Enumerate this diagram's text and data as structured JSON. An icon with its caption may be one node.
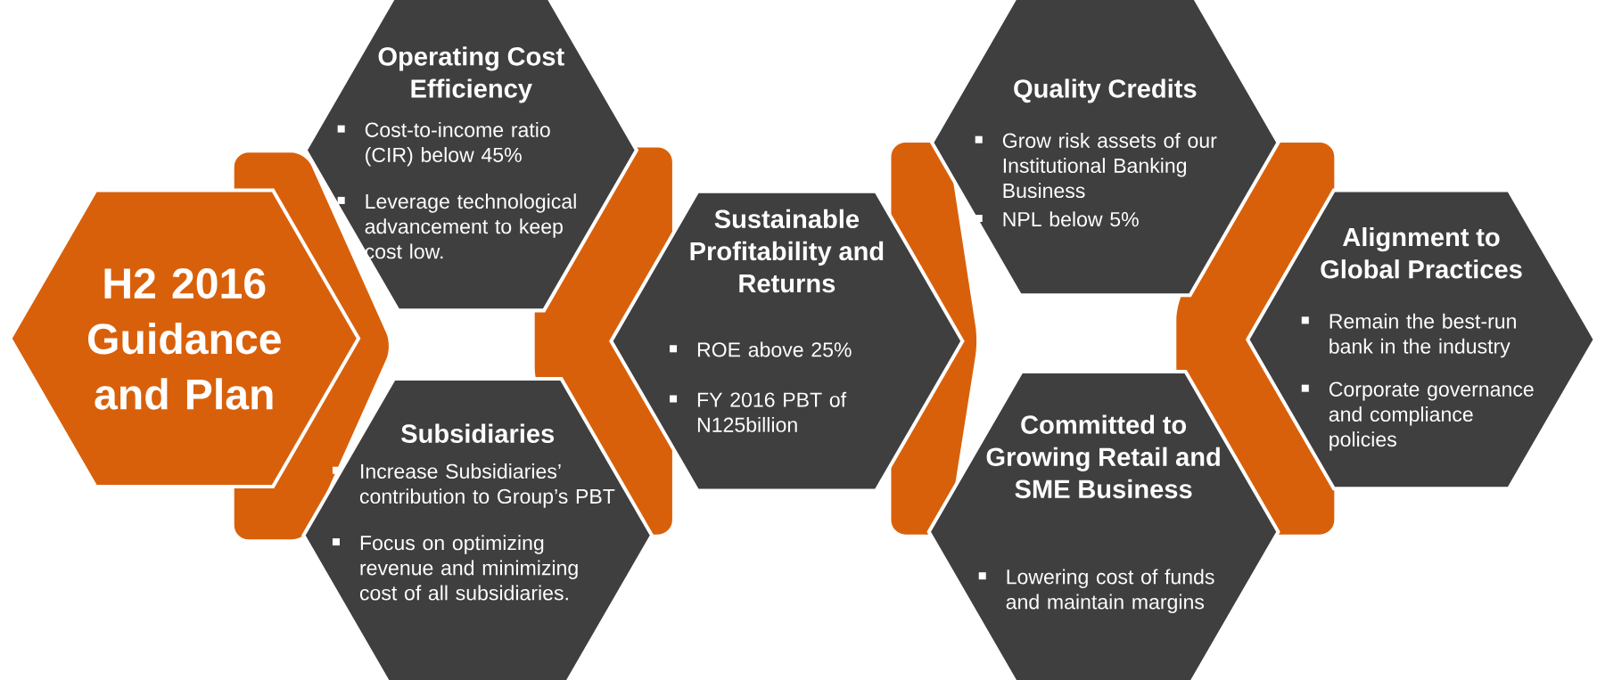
{
  "diagram": {
    "nodes": [
      {
        "text": [
          "H2 2016 Guidance and Plan"
        ]
      },
      {
        "text": [
          "Operating Cost Efficiency",
          "Cost-to-income ratio (CIR) below 45%",
          "Leverage technological advancement to keep cost low."
        ]
      },
      {
        "text": [
          "Subsidiaries",
          "Increase Subsidiaries’ contribution to Group’s PBT",
          "Focus on optimizing revenue and minimizing cost of all subsidiaries."
        ]
      },
      {
        "text": [
          "Sustainable Profitability and Returns",
          "ROE above 25%",
          "FY 2016 PBT of N125billion"
        ]
      },
      {
        "text": [
          "Quality Credits",
          "Grow risk assets of our Institutional Banking Business",
          "NPL below 5%"
        ]
      },
      {
        "text": [
          "Committed to Growing Retail and SME Business",
          "Lowering cost of funds and maintain margins"
        ]
      },
      {
        "text": [
          "Alignment to Global Practices",
          "Remain the best-run bank in the industry",
          "Corporate governance and compliance policies"
        ]
      }
    ]
  }
}
